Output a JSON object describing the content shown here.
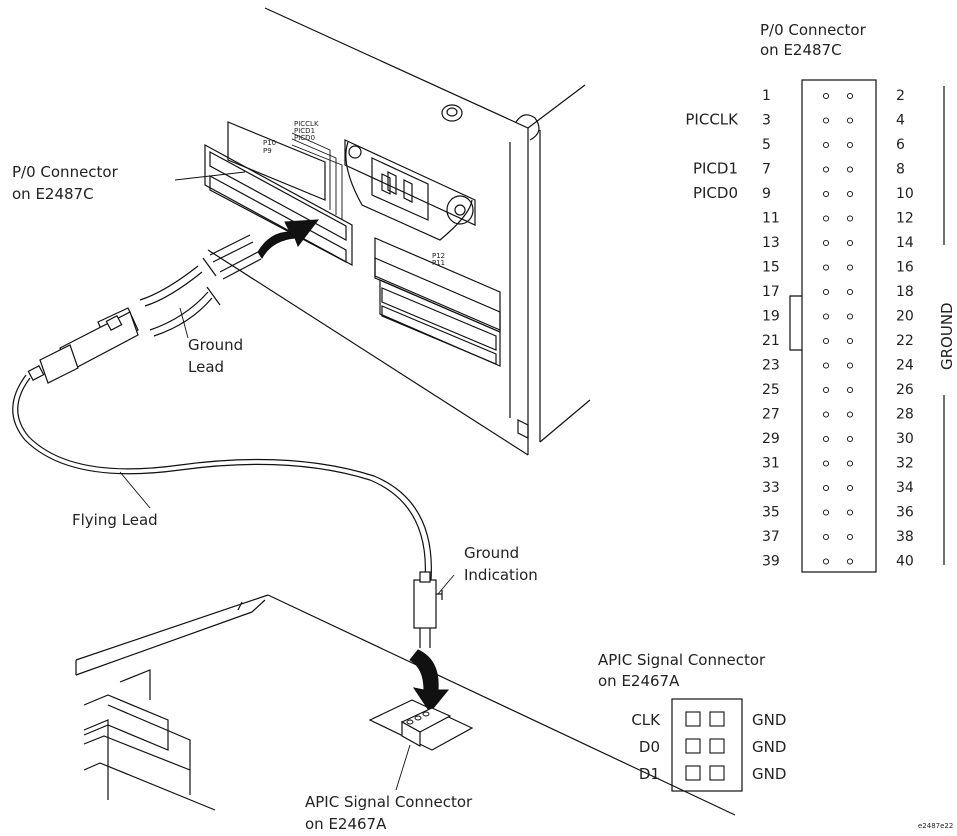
{
  "labels": {
    "po_connector_left": [
      "P/0 Connector",
      "on E2487C"
    ],
    "po_connector_right": [
      "P/0 Connector",
      "on E2487C"
    ],
    "ground_lead": [
      "Ground",
      "Lead"
    ],
    "flying_lead": "Flying Lead",
    "ground_indication": [
      "Ground",
      "Indication"
    ],
    "apic_bottom": [
      "APIC Signal Connector",
      "on E2467A"
    ],
    "apic_right": [
      "APIC Signal Connector",
      "on E2467A"
    ],
    "port_small_top": [
      "PICCLK",
      "PICD1",
      "PICD0"
    ],
    "port_small_left": [
      "P10",
      "P9"
    ],
    "port_small_right": [
      "P12",
      "P11"
    ],
    "ground_vertical": "GROUND",
    "figure_id": "e2487e22"
  },
  "pinout": {
    "left_numbers": [
      "1",
      "3",
      "5",
      "7",
      "9",
      "11",
      "13",
      "15",
      "17",
      "19",
      "21",
      "23",
      "25",
      "27",
      "29",
      "31",
      "33",
      "35",
      "37",
      "39"
    ],
    "right_numbers": [
      "2",
      "4",
      "6",
      "8",
      "10",
      "12",
      "14",
      "16",
      "18",
      "20",
      "22",
      "24",
      "26",
      "28",
      "30",
      "32",
      "34",
      "36",
      "38",
      "40"
    ],
    "signal_names": [
      {
        "pin": "3",
        "name": "PICCLK"
      },
      {
        "pin": "7",
        "name": "PICD1"
      },
      {
        "pin": "9",
        "name": "PICD0"
      }
    ]
  },
  "apic_pins": [
    {
      "left": "CLK",
      "right": "GND"
    },
    {
      "left": "D0",
      "right": "GND"
    },
    {
      "left": "D1",
      "right": "GND"
    }
  ]
}
